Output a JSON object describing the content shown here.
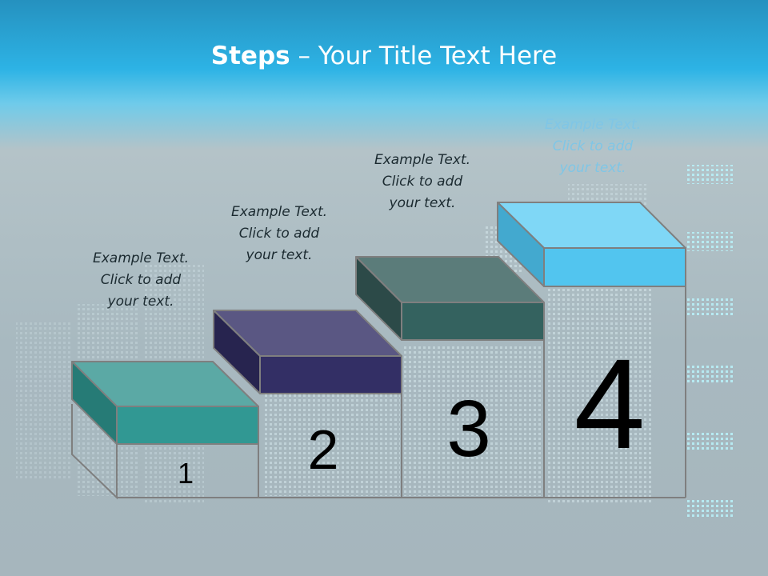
{
  "slide": {
    "title_bold": "Steps",
    "title_rest": " – Your Title Text Here"
  },
  "steps": [
    {
      "number": "1",
      "caption": "Example Text.\nClick  to add\nyour text.",
      "color": "#2f9a94"
    },
    {
      "number": "2",
      "caption": "Example Text.\nClick  to add\nyour text.",
      "color": "#352f6a"
    },
    {
      "number": "3",
      "caption": "Example Text.\nClick  to add\nyour text.",
      "color": "#35645f"
    },
    {
      "number": "4",
      "caption": "Example Text.\nClick  to add\nyour text.",
      "color": "#55c6f0"
    }
  ],
  "colors": {
    "header_top": "#2a98c4",
    "header_mid": "#2fb6e6",
    "background": "#a9b9bf",
    "outline": "#7f7f7f"
  }
}
